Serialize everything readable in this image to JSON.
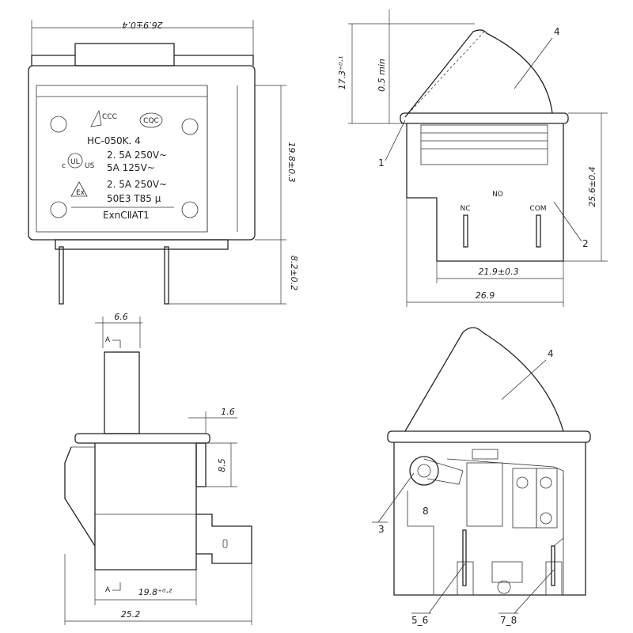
{
  "views": {
    "front": {
      "model": "HC-050K. 4",
      "rating1": "2. 5A  250V~",
      "rating2": "5A  125V~",
      "rating3": "2. 5A  250V~",
      "rating4": "50E3    T85  µ",
      "ex_marking": "ExnCⅡAT1",
      "cqc_logo": "CQC",
      "ul_c": "c",
      "ul_us": "US",
      "ul_mark": "UL",
      "dim_width": "26.9±0.4",
      "dim_height": "19.8±0.3",
      "dim_pins": "8.2±0.2"
    },
    "side": {
      "dim_height_top": "17.3⁺⁰·¹",
      "dim_min": "0.5 min",
      "dim_body": "25.6±0.4",
      "dim_inner": "21.9±0.3",
      "dim_total": "26.9",
      "label_nc": "NC",
      "label_no": "NO",
      "label_com": "COM",
      "callout_1": "1",
      "callout_2": "2",
      "callout_4": "4"
    },
    "section": {
      "dim_top": "6.6",
      "dim_tab": "1.6",
      "dim_pitch": "8.5",
      "dim_body": "19.8⁺⁰·²",
      "dim_total": "25.2",
      "section_a_top": "A",
      "section_a_bottom": "A"
    },
    "internal": {
      "callout_3": "3",
      "callout_4": "4",
      "callout_56": "5_6",
      "callout_78": "7_8",
      "part_8": "8"
    }
  }
}
